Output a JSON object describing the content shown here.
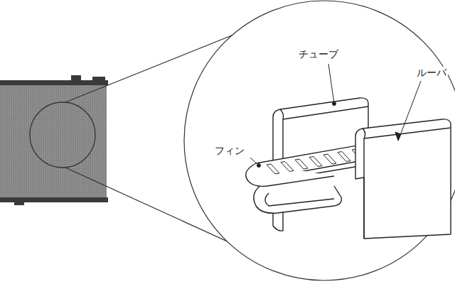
{
  "diagram": {
    "labels": [
      "チューブ",
      "ルーバ",
      "フィン"
    ]
  }
}
